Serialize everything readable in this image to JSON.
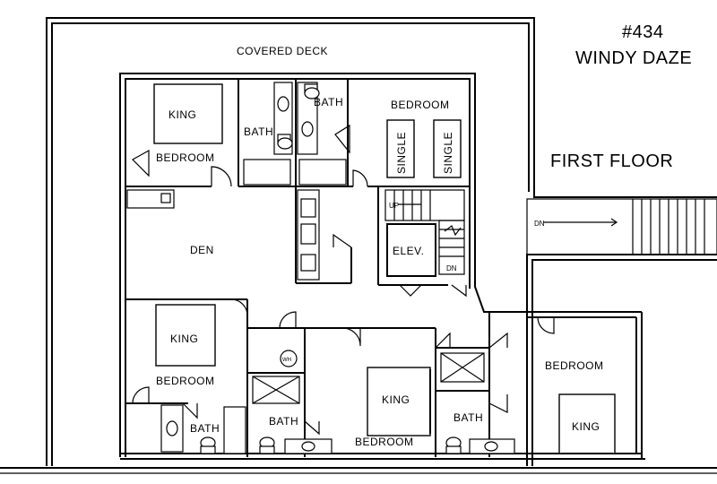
{
  "header": {
    "unit_number": "#434",
    "unit_name": "WINDY DAZE",
    "floor": "FIRST FLOOR"
  },
  "rooms": {
    "covered_deck": "COVERED DECK",
    "den": "DEN",
    "elevator": "ELEV.",
    "water_heater": "WH",
    "stair_up": "UP",
    "stair_down": "DN",
    "bedroom_nw": {
      "bed": "KING",
      "label": "BEDROOM"
    },
    "bedroom_ne": {
      "bed_left": "SINGLE",
      "bed_right": "SINGLE",
      "label": "BEDROOM"
    },
    "bath_nw": "BATH",
    "bath_north": "BATH",
    "bedroom_sw": {
      "bed": "KING",
      "label": "BEDROOM"
    },
    "bath_sw": "BATH",
    "bath_south": "BATH",
    "bedroom_south": {
      "bed": "KING",
      "label": "BEDROOM"
    },
    "bath_se": "BATH",
    "bedroom_se": {
      "bed": "KING",
      "label": "BEDROOM"
    }
  }
}
